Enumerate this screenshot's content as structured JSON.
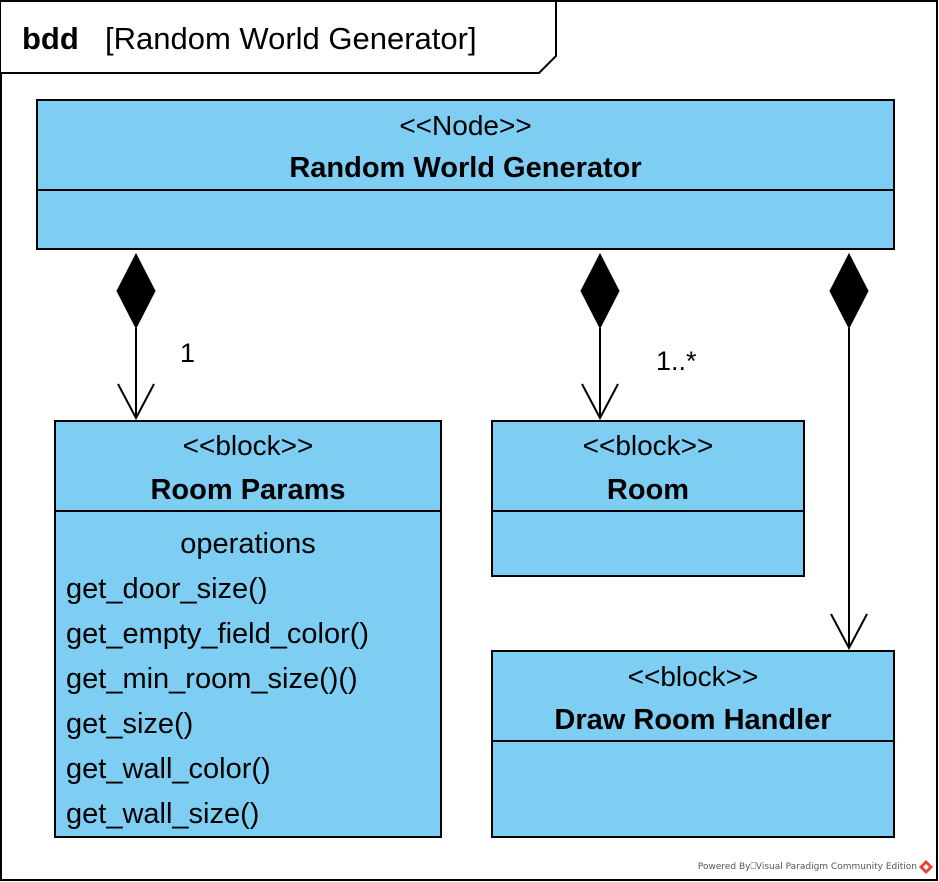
{
  "frame": {
    "keyword": "bdd",
    "title": "[Random World Generator]"
  },
  "blocks": {
    "generator": {
      "stereotype": "<<Node>>",
      "name": "Random World Generator"
    },
    "room_params": {
      "stereotype": "<<block>>",
      "name": "Room Params",
      "compartment_label": "operations",
      "operations": [
        "get_door_size()",
        "get_empty_field_color()",
        "get_min_room_size()()",
        "get_size()",
        "get_wall_color()",
        "get_wall_size()"
      ]
    },
    "room": {
      "stereotype": "<<block>>",
      "name": "Room"
    },
    "draw_room_handler": {
      "stereotype": "<<block>>",
      "name": "Draw Room Handler"
    }
  },
  "associations": [
    {
      "from": "generator",
      "to": "room_params",
      "kind": "composition",
      "multiplicity": "1"
    },
    {
      "from": "generator",
      "to": "room",
      "kind": "composition",
      "multiplicity": "1..*"
    },
    {
      "from": "generator",
      "to": "draw_room_handler",
      "kind": "composition",
      "multiplicity": ""
    }
  ],
  "colors": {
    "block_fill": "#7ECEF4",
    "stroke": "#000000",
    "background": "#FFFFFF",
    "watermark_icon": "#E8413B"
  },
  "watermark": "Powered By⎕Visual Paradigm Community Edition"
}
